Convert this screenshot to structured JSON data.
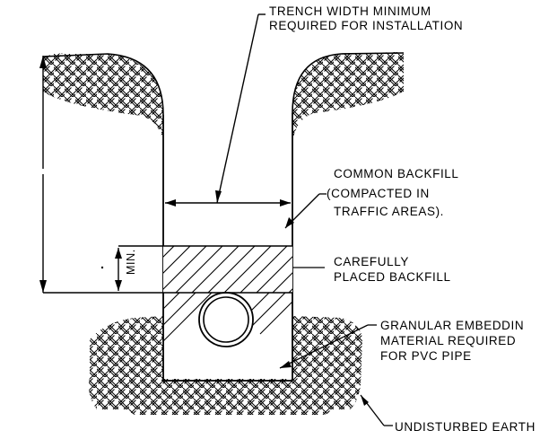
{
  "labels": {
    "trench_width_1": "TRENCH WIDTH MINIMUM",
    "trench_width_2": "REQUIRED FOR INSTALLATION",
    "common_1": "COMMON BACKFILL",
    "common_2": "(COMPACTED IN",
    "common_3": "TRAFFIC AREAS).",
    "careful_1": "CAREFULLY",
    "careful_2": "PLACED BACKFILL",
    "granular_1": "GRANULAR EMBEDDIN",
    "granular_2": "MATERIAL REQUIRED",
    "granular_3": "FOR PVC PIPE",
    "undisturbed": "UNDISTURBED EARTH",
    "min": "MIN."
  }
}
